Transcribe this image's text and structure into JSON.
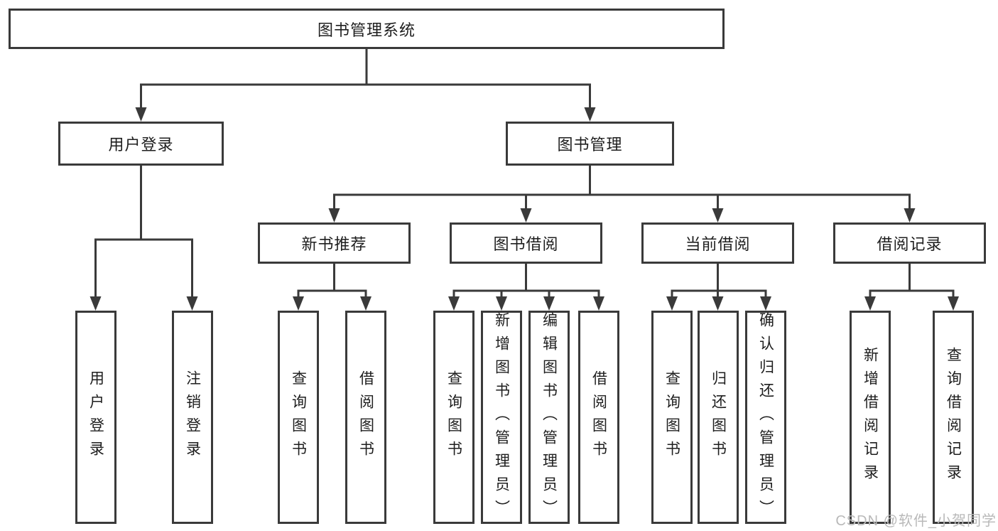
{
  "tree": {
    "label": "图书管理系统",
    "children": [
      {
        "label": "用户登录",
        "children": [
          {
            "label": "用户登录"
          },
          {
            "label": "注销登录"
          }
        ]
      },
      {
        "label": "图书管理",
        "children": [
          {
            "label": "新书推荐",
            "children": [
              {
                "label": "查询图书"
              },
              {
                "label": "借阅图书"
              }
            ]
          },
          {
            "label": "图书借阅",
            "children": [
              {
                "label": "查询图书"
              },
              {
                "label": "新增图书（管理员）"
              },
              {
                "label": "编辑图书（管理员）"
              },
              {
                "label": "借阅图书"
              }
            ]
          },
          {
            "label": "当前借阅",
            "children": [
              {
                "label": "查询图书"
              },
              {
                "label": "归还图书"
              },
              {
                "label": "确认归还（管理员）"
              }
            ]
          },
          {
            "label": "借阅记录",
            "children": [
              {
                "label": "新增借阅记录"
              },
              {
                "label": "查询借阅记录"
              }
            ]
          }
        ]
      }
    ]
  },
  "watermark": {
    "text": "CSDN @软件_小贺同学"
  },
  "colors": {
    "line": "#3a3a3a",
    "box_border": "#3a3a3a",
    "text": "#1e1e1e",
    "background": "#ffffff",
    "watermark": "#b9b9b9"
  }
}
